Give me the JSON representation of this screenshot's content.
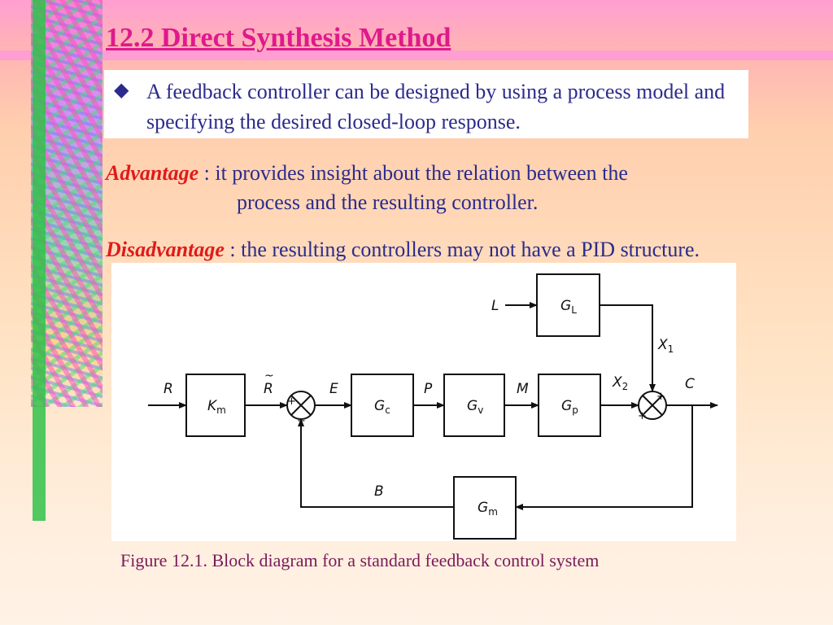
{
  "slide": {
    "title": "12.2 Direct Synthesis Method",
    "bullet": "A feedback controller can be designed by using a process model and specifying the desired closed-loop response.",
    "advantage": {
      "keyword": "Advantage",
      "sep": " : ",
      "line1": "it provides insight about the relation between the",
      "line2": "process and the resulting controller."
    },
    "disadvantage": {
      "keyword": "Disadvantage",
      "sep": " : ",
      "text": "the resulting controllers may not have a PID structure."
    },
    "caption": "Figure 12.1. Block diagram for a standard feedback control system"
  },
  "diagram": {
    "signals": {
      "R": "R",
      "R_tilde": "R",
      "E": "E",
      "P": "P",
      "M": "M",
      "X2": "X",
      "X2_sub": "2",
      "C": "C",
      "L": "L",
      "X1": "X",
      "X1_sub": "1",
      "B": "B"
    },
    "blocks": {
      "Km": {
        "main": "K",
        "sub": "m"
      },
      "Gc": {
        "main": "G",
        "sub": "c"
      },
      "Gv": {
        "main": "G",
        "sub": "v"
      },
      "Gp": {
        "main": "G",
        "sub": "p"
      },
      "GL": {
        "main": "G",
        "sub": "L"
      },
      "Gm": {
        "main": "G",
        "sub": "m"
      }
    },
    "signs": {
      "plus": "+",
      "minus": "−"
    }
  },
  "colors": {
    "title": "#e0198c",
    "body_text": "#2b2b8c",
    "keyword": "#e01a1a",
    "caption": "#7a1a5a"
  }
}
